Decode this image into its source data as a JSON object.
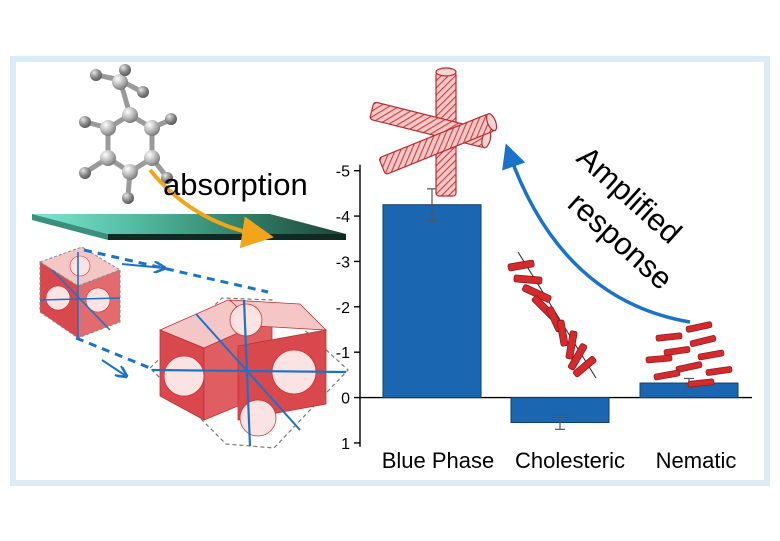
{
  "chart_data": {
    "type": "bar",
    "categories": [
      "Blue Phase",
      "Cholesteric",
      "Nematic"
    ],
    "values": [
      -4.25,
      0.55,
      -0.32
    ],
    "errors": [
      0.35,
      0.15,
      0.1
    ],
    "yticks": [
      "-5",
      "-4",
      "-3",
      "-2",
      "-1",
      "0",
      "1"
    ],
    "ylim": [
      -5.5,
      1.2
    ],
    "axis_inverted": true,
    "bar_color": "#1a66b0",
    "title": "",
    "xlabel": "",
    "ylabel": ""
  },
  "labels": {
    "absorption": "absorption",
    "amplified": "Amplified",
    "response": "response"
  },
  "colors": {
    "frame": "#dcebf8",
    "arrow_blue": "#1b73c9",
    "arrow_orange": "#f2a51a",
    "cube_red": "#d9484d",
    "rod_red": "#d42a2e",
    "film_teal": "#6cd9c5",
    "film_dark": "#1f4a3c"
  }
}
